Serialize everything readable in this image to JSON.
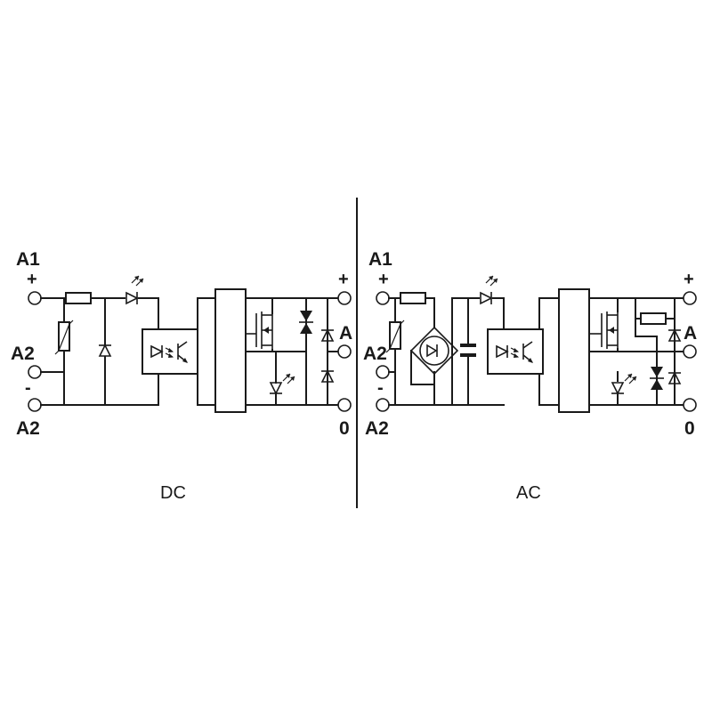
{
  "dc_panel": {
    "label_a1": "A1",
    "label_plus": "+",
    "label_a2_mid": "A2",
    "label_minus": "-",
    "label_a2_bottom": "A2",
    "out_plus": "+",
    "out_a": "A",
    "out_zero": "0",
    "caption": "DC"
  },
  "ac_panel": {
    "label_a1": "A1",
    "label_plus": "+",
    "label_a2_mid": "A2",
    "label_minus": "-",
    "label_a2_bottom": "A2",
    "out_plus": "+",
    "out_a": "A",
    "out_zero": "0",
    "caption": "AC"
  }
}
